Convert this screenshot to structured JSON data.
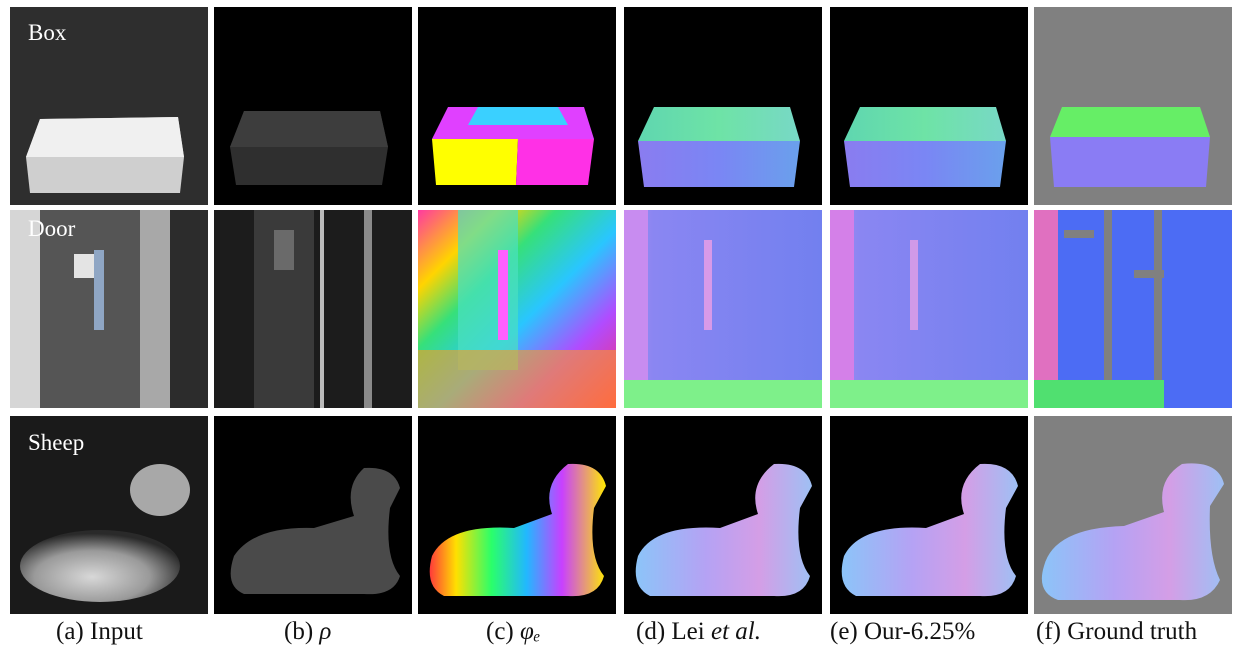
{
  "figure": {
    "rows": [
      {
        "label": "Box"
      },
      {
        "label": "Door"
      },
      {
        "label": "Sheep"
      }
    ],
    "columns": [
      {
        "prefix": "(a) ",
        "text": "Input",
        "italic": ""
      },
      {
        "prefix": "(b) ",
        "text": "",
        "italic": "ρ"
      },
      {
        "prefix": "(c) ",
        "text": "",
        "italic": "φₑ"
      },
      {
        "prefix": "(d) ",
        "text": "Lei ",
        "italic": "et al."
      },
      {
        "prefix": "(e) ",
        "text": "Our-6.25%",
        "italic": ""
      },
      {
        "prefix": "(f) ",
        "text": "Ground truth",
        "italic": ""
      }
    ]
  }
}
